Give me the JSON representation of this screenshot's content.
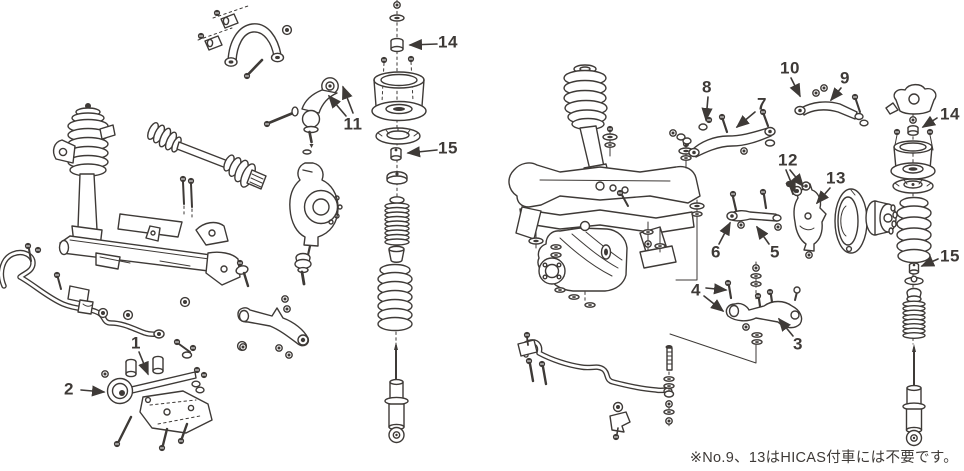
{
  "figure": {
    "type": "exploded-parts-diagram",
    "subject": "front-and-rear-suspension",
    "colors": {
      "ink": "#3e3a37",
      "bg": "#ffffff"
    },
    "callouts": [
      {
        "label": "14"
      },
      {
        "label": "15"
      },
      {
        "label": "11"
      },
      {
        "label": "1"
      },
      {
        "label": "2"
      },
      {
        "label": "8"
      },
      {
        "label": "7"
      },
      {
        "label": "10"
      },
      {
        "label": "9"
      },
      {
        "label": "12"
      },
      {
        "label": "13"
      },
      {
        "label": "14"
      },
      {
        "label": "15"
      },
      {
        "label": "6"
      },
      {
        "label": "5"
      },
      {
        "label": "4"
      },
      {
        "label": "3"
      }
    ],
    "note": "※No.9、13はHICAS付車には不要です。"
  }
}
